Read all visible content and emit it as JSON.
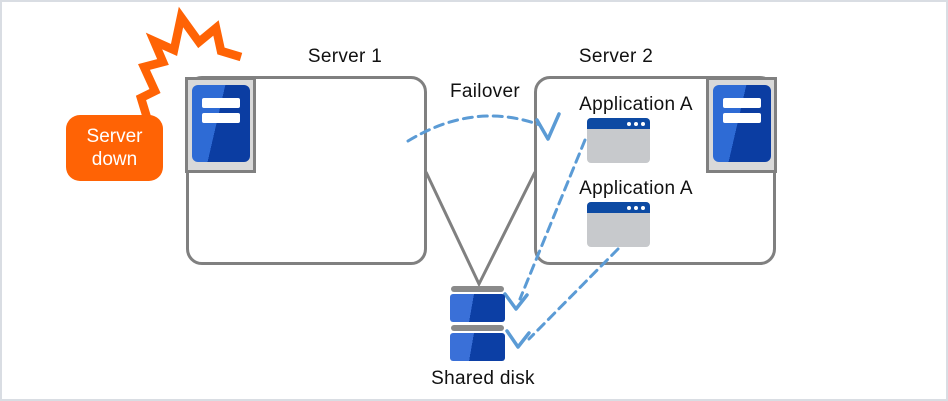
{
  "callout": {
    "line1": "Server",
    "line2": "down"
  },
  "server1": {
    "title": "Server 1"
  },
  "server2": {
    "title": "Server 2",
    "app1": "Application A",
    "app2": "Application A"
  },
  "failover_label": "Failover",
  "shared_disk_label": "Shared disk",
  "colors": {
    "alert_orange": "#ff6305",
    "line_gray": "#808080",
    "server_blue_light": "#2e6bd5",
    "server_blue_dark": "#0b3da2",
    "titlebar_blue": "#0d4aa3",
    "arrow_blue": "#5b9bd5",
    "icon_bg_gray": "#d9d9d9",
    "window_body_gray": "#c7c9cc"
  },
  "icons": {
    "explosion": "flash-burst-icon",
    "server": "server-tower-icon",
    "application": "app-window-icon",
    "disk": "stacked-disk-icon"
  }
}
